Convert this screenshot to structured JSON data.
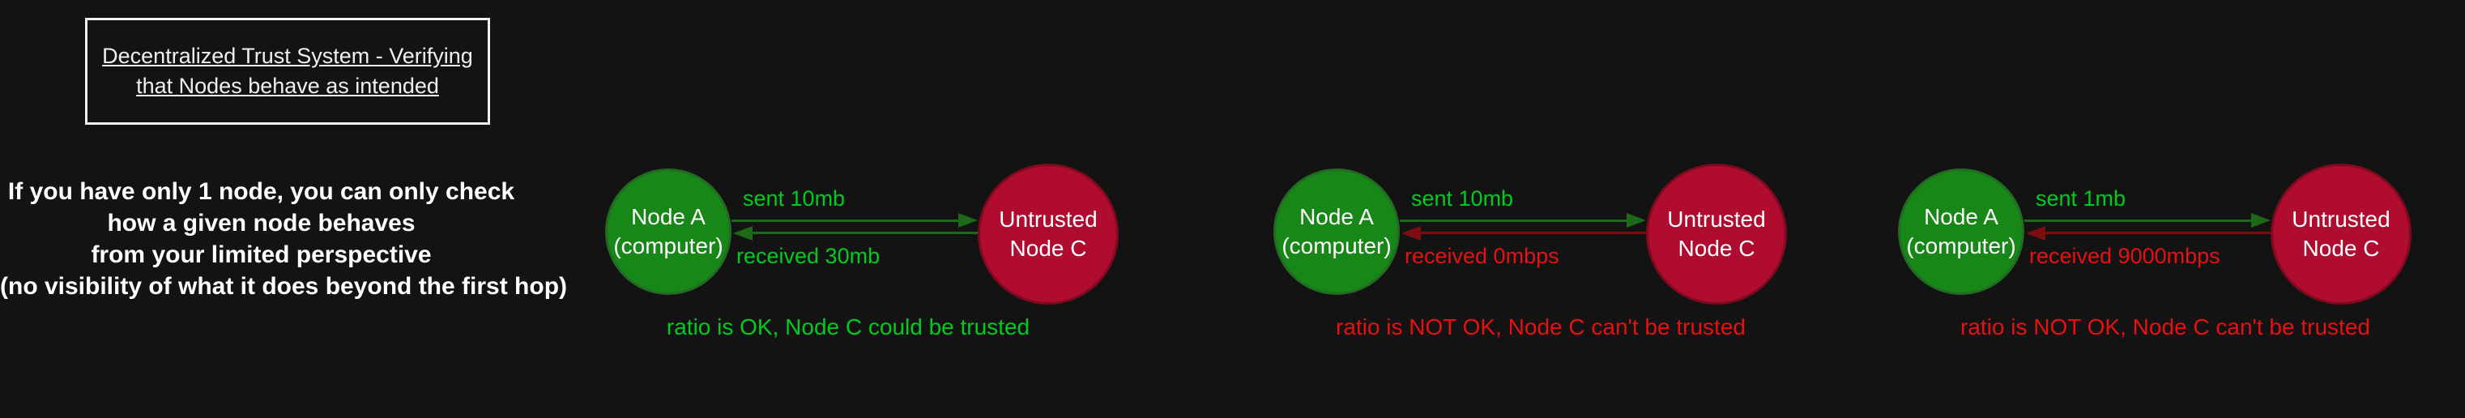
{
  "title_box": {
    "lines": [
      "Decentralized Trust System - Verifying",
      "that Nodes behave as intended"
    ]
  },
  "intro": {
    "lines": [
      "If you have only 1 node, you can only check",
      "how a given node behaves",
      "from your limited perspective",
      "(no visibility of what it does beyond the first hop)"
    ]
  },
  "colors": {
    "background": "#131313",
    "title_text": "#f0f0f0",
    "intro_text": "#ffffff",
    "node_a_fill": "#178717",
    "node_a_border": "#236b23",
    "node_c_fill": "#b00c30",
    "node_c_border": "#7f0a1d",
    "node_label_text": "#ffffff",
    "ok_text": "#00cc1e",
    "ok_arrow": "#1e6919",
    "bad_text": "#e81010",
    "bad_arrow": "#7d0d10"
  },
  "diagrams": [
    {
      "node_a": {
        "line1": "Node A",
        "line2": "(computer)"
      },
      "node_c": {
        "line1": "Untrusted",
        "line2": "Node C"
      },
      "sent": {
        "label": "sent 10mb",
        "status": "ok"
      },
      "received": {
        "label": "received 30mb",
        "status": "ok"
      },
      "verdict": {
        "label": "ratio is OK, Node C could be trusted",
        "status": "ok"
      }
    },
    {
      "node_a": {
        "line1": "Node A",
        "line2": "(computer)"
      },
      "node_c": {
        "line1": "Untrusted",
        "line2": "Node C"
      },
      "sent": {
        "label": "sent 10mb",
        "status": "ok"
      },
      "received": {
        "label": "received 0mbps",
        "status": "bad"
      },
      "verdict": {
        "label": "ratio is NOT OK, Node C can't be trusted",
        "status": "bad"
      }
    },
    {
      "node_a": {
        "line1": "Node A",
        "line2": "(computer)"
      },
      "node_c": {
        "line1": "Untrusted",
        "line2": "Node C"
      },
      "sent": {
        "label": "sent 1mb",
        "status": "ok"
      },
      "received": {
        "label": "received 9000mbps",
        "status": "bad"
      },
      "verdict": {
        "label": "ratio is NOT OK, Node C can't be trusted",
        "status": "bad"
      }
    }
  ]
}
